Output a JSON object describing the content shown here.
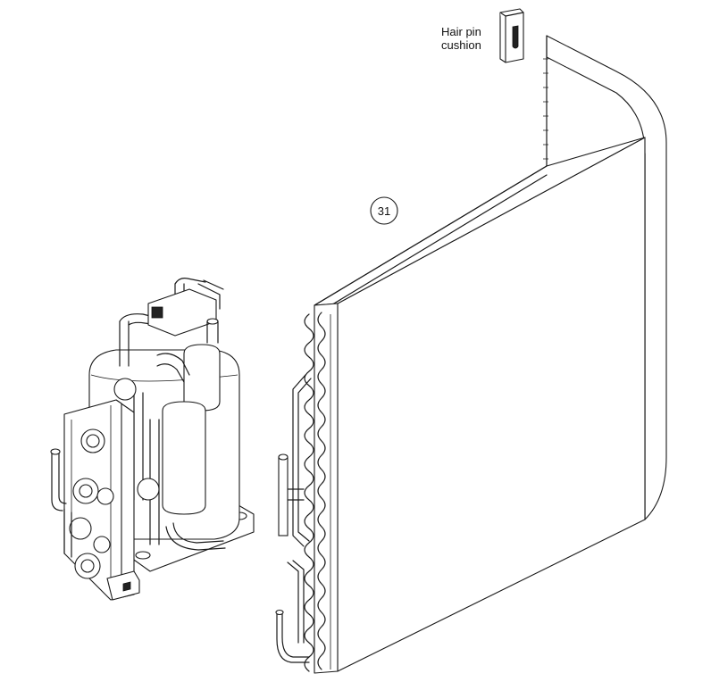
{
  "callout_label": "31",
  "hairpin_label_line1": "Hair pin",
  "hairpin_label_line2": "cushion"
}
